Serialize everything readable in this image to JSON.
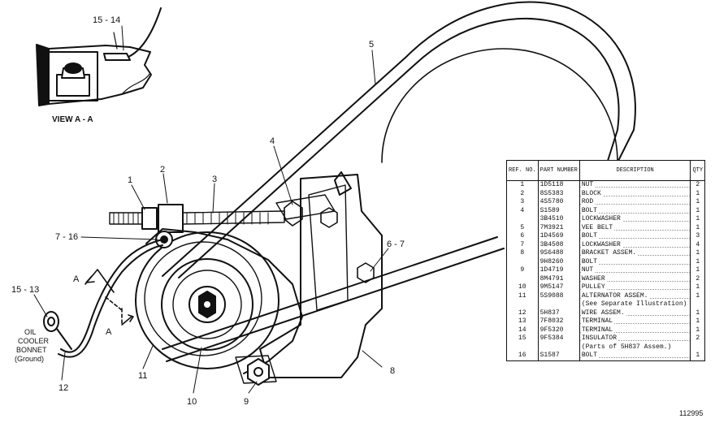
{
  "figure": {
    "view_label": "VIEW A - A",
    "figure_number": "112995",
    "note_label": [
      "OIL",
      "COOLER",
      "BONNET",
      "(Ground)"
    ],
    "section_arrow_labels": [
      "A",
      "A"
    ],
    "callouts": [
      "15 - 14",
      "5",
      "4",
      "1",
      "2",
      "3",
      "7 - 16",
      "6 - 7",
      "15 - 13",
      "11",
      "12",
      "10",
      "9",
      "8"
    ]
  },
  "table": {
    "headers": {
      "ref": "REF. NO.",
      "part": "PART NUMBER",
      "desc": "DESCRIPTION",
      "qty": "QTY"
    },
    "rows": [
      {
        "ref": "1",
        "part": "1D5118",
        "desc": "NUT",
        "qty": "2",
        "dots": true
      },
      {
        "ref": "2",
        "part": "8S5383",
        "desc": "BLOCK",
        "qty": "1",
        "dots": true
      },
      {
        "ref": "3",
        "part": "4S5780",
        "desc": "ROD",
        "qty": "1",
        "dots": true
      },
      {
        "ref": "4",
        "part": "S1589",
        "desc": "BOLT",
        "qty": "1",
        "dots": true
      },
      {
        "ref": "",
        "part": "3B4510",
        "desc": "LOCKWASHER",
        "qty": "1",
        "dots": true
      },
      {
        "ref": "5",
        "part": "7M3921",
        "desc": "VEE BELT",
        "qty": "1",
        "dots": true
      },
      {
        "ref": "6",
        "part": "1D4569",
        "desc": "BOLT",
        "qty": "3",
        "dots": true
      },
      {
        "ref": "7",
        "part": "3B4508",
        "desc": "LOCKWASHER",
        "qty": "4",
        "dots": true
      },
      {
        "ref": "8",
        "part": "9S6488",
        "desc": "BRACKET ASSEM.",
        "qty": "1",
        "dots": true
      },
      {
        "ref": "",
        "part": "9H8260",
        "desc": "BOLT",
        "qty": "1",
        "dots": true
      },
      {
        "ref": "9",
        "part": "1D4719",
        "desc": "NUT",
        "qty": "1",
        "dots": true
      },
      {
        "ref": "",
        "part": "8M4791",
        "desc": "WASHER",
        "qty": "2",
        "dots": true
      },
      {
        "ref": "10",
        "part": "9M5147",
        "desc": "PULLEY",
        "qty": "1",
        "dots": true
      },
      {
        "ref": "11",
        "part": "5S9088",
        "desc": "ALTERNATOR ASSEM.",
        "qty": "1",
        "dots": true
      },
      {
        "ref": "",
        "part": "",
        "desc": "(See Separate Illustration)",
        "qty": "",
        "dots": false
      },
      {
        "ref": "12",
        "part": "5H837",
        "desc": "WIRE ASSEM.",
        "qty": "1",
        "dots": true
      },
      {
        "ref": "13",
        "part": "7F8032",
        "desc": "TERMINAL",
        "qty": "1",
        "dots": true
      },
      {
        "ref": "14",
        "part": "9F5320",
        "desc": "TERMINAL",
        "qty": "1",
        "dots": true
      },
      {
        "ref": "15",
        "part": "9F5384",
        "desc": "INSULATOR",
        "qty": "2",
        "dots": true
      },
      {
        "ref": "",
        "part": "",
        "desc": "(Parts of 5H837 Assem.)",
        "qty": "",
        "dots": false
      },
      {
        "ref": "16",
        "part": "S1587",
        "desc": "BOLT",
        "qty": "1",
        "dots": true
      }
    ]
  }
}
